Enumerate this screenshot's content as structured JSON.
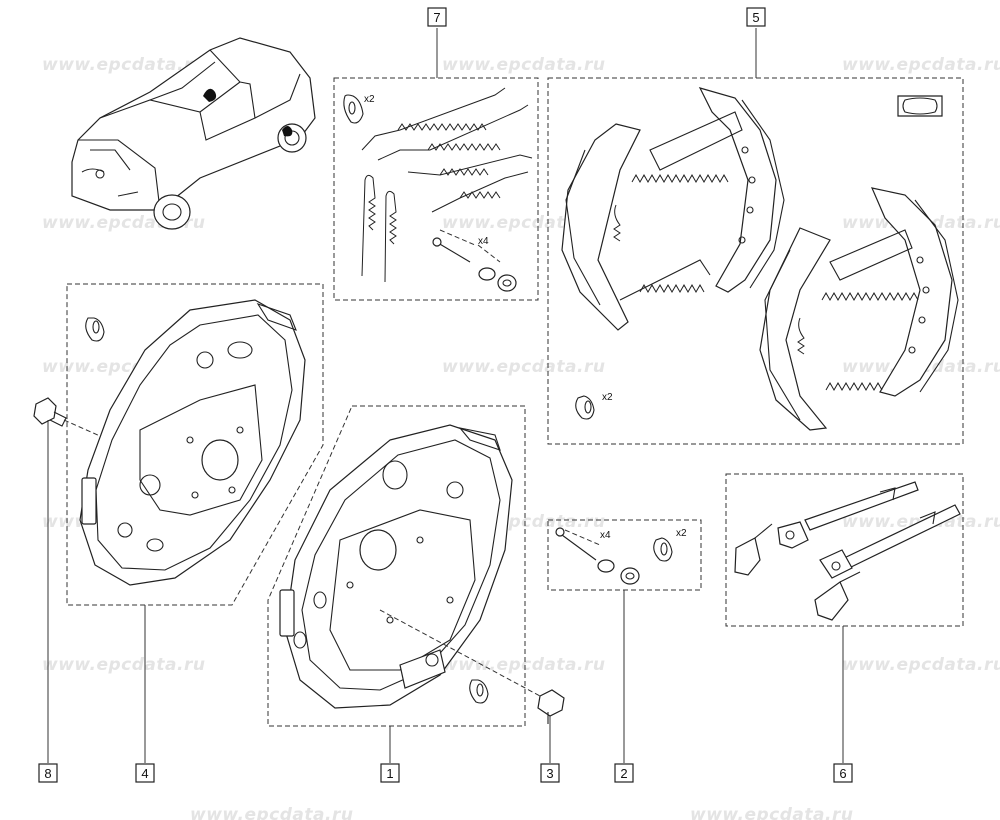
{
  "watermark": "www.epcdata.ru",
  "callouts": {
    "c1": "1",
    "c2": "2",
    "c3": "3",
    "c4": "4",
    "c5": "5",
    "c6": "6",
    "c7": "7",
    "c8": "8"
  },
  "quantities": {
    "kit7_clip": "x2",
    "kit7_pin": "x4",
    "kit5_clip": "x2",
    "kit2_pin": "x4",
    "kit2_clip": "x2"
  },
  "icons": [
    "vehicle-icon",
    "backing-plate-icon",
    "brake-shoe-icon",
    "spring-icon",
    "bolt-icon",
    "adjuster-icon"
  ]
}
